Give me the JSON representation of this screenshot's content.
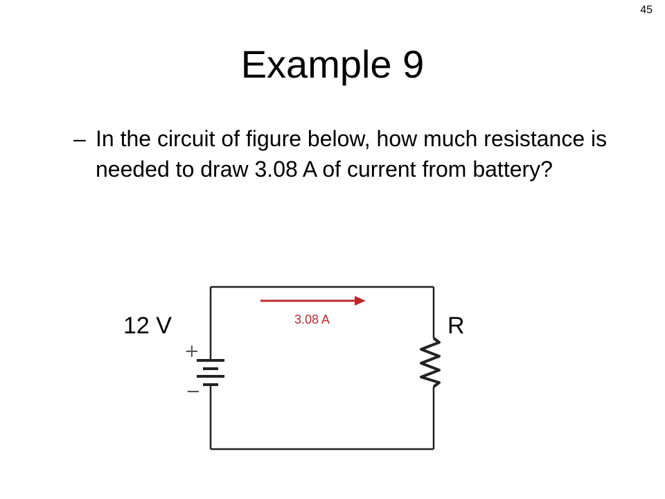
{
  "slide": {
    "page_number": "45",
    "title": "Example 9",
    "bullet_marker": "–",
    "bullet_text": "In the circuit of figure below, how much resistance is needed to draw 3.08 A of current from battery?"
  },
  "circuit": {
    "voltage_label": "12 V",
    "resistor_label": "R",
    "current_label": "3.08 A",
    "plus_sign": "+",
    "minus_sign": "−",
    "colors": {
      "wire": "#222222",
      "current_arrow": "#c0282d"
    }
  }
}
